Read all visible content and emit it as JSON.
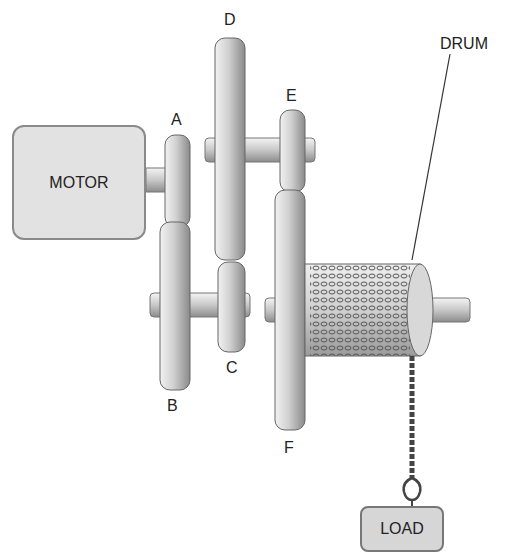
{
  "diagram": {
    "nodes": [
      {
        "text": [
          "MOTOR"
        ]
      },
      {
        "text": [
          "LOAD"
        ]
      }
    ],
    "labels": [
      "D",
      "A",
      "E",
      "DRUM",
      "C",
      "B",
      "F"
    ]
  }
}
